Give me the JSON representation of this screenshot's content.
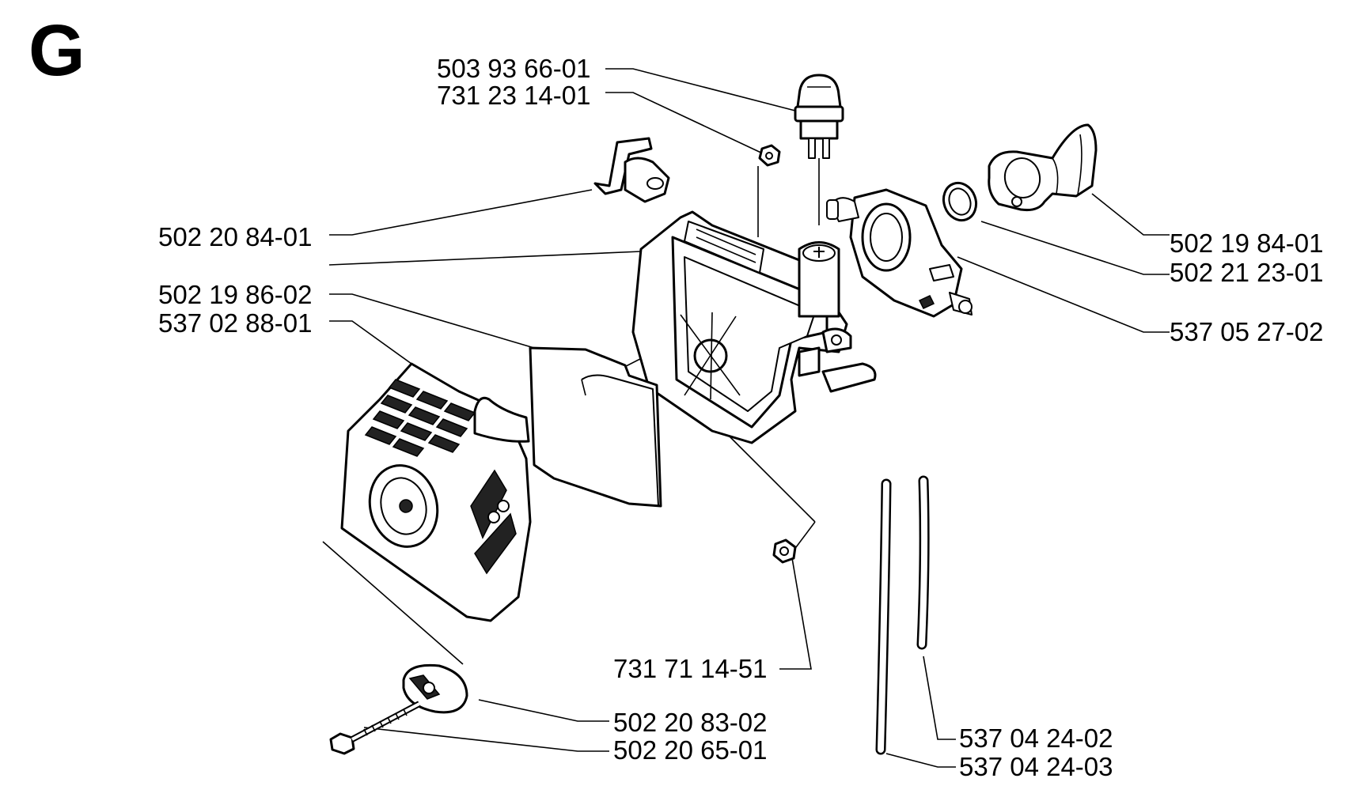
{
  "section_letter": "G",
  "parts": [
    {
      "number": "503 93 66-01"
    },
    {
      "number": "731 23 14-01"
    },
    {
      "number": "502 20 84-01"
    },
    {
      "number": "502 19 86-02"
    },
    {
      "number": "537 02 88-01"
    },
    {
      "number": "502 19 84-01"
    },
    {
      "number": "502 21 23-01"
    },
    {
      "number": "537 05 27-02"
    },
    {
      "number": "731 71 14-51"
    },
    {
      "number": "502 20 83-02"
    },
    {
      "number": "502 20 65-01"
    },
    {
      "number": "537 04 24-02"
    },
    {
      "number": "537 04 24-03"
    }
  ]
}
